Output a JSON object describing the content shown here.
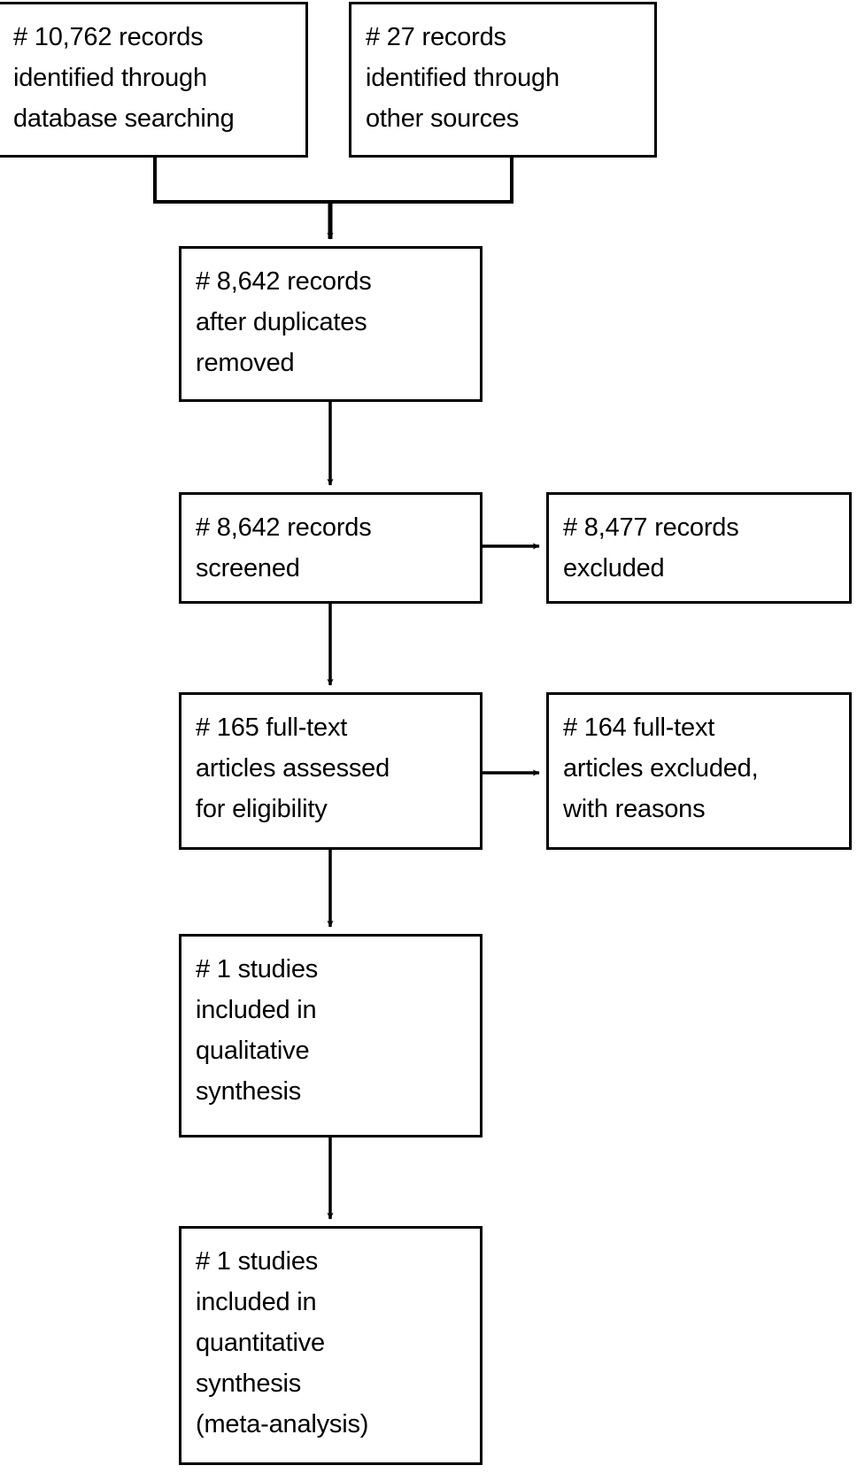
{
  "diagram": {
    "type": "prisma-flow-diagram",
    "line_color": "#000000",
    "box_fill": "#ffffff",
    "text_color": "#000000",
    "nodes": {
      "database_records": "# 10,762 records\nidentified through\ndatabase searching",
      "other_records": "# 27 records\nidentified through\nother sources",
      "after_duplicates": "# 8,642 records\nafter duplicates\nremoved",
      "screened": "# 8,642 records\nscreened",
      "screened_excluded": "# 8,477 records\nexcluded",
      "fulltext_assessed": "# 165 full-text\narticles assessed\nfor eligibility",
      "fulltext_excluded": "# 164 full-text\narticles excluded,\nwith reasons",
      "qualitative": "# 1 studies\nincluded in\nqualitative\nsynthesis",
      "quantitative": "# 1 studies\nincluded in\nquantitative\nsynthesis\n(meta-analysis)"
    },
    "counts": {
      "database_records": "10,762",
      "other_records": "27",
      "after_duplicates": "8,642",
      "screened": "8,642",
      "screened_excluded": "8,477",
      "fulltext_assessed": "165",
      "fulltext_excluded": "164",
      "qualitative": "1",
      "quantitative": "1"
    }
  }
}
